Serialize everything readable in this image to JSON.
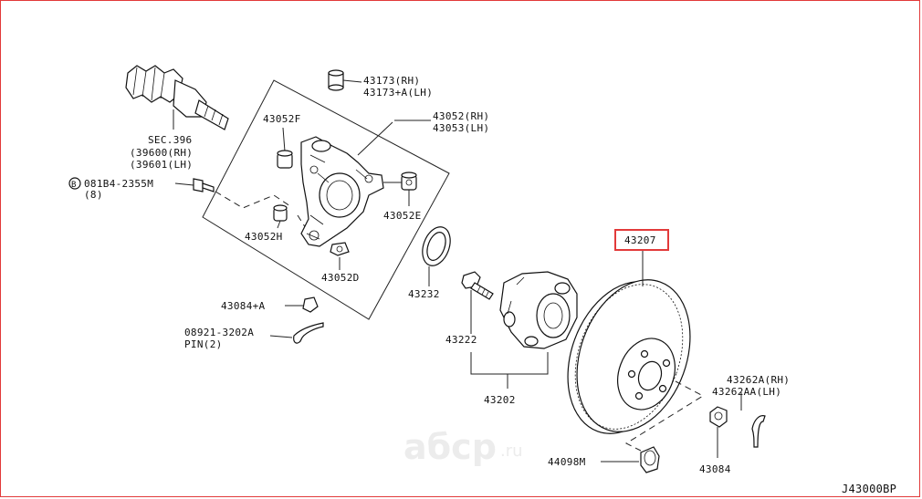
{
  "diagram": {
    "code": "J43000BP",
    "highlight_color": "#e23a3a",
    "highlighted_part": "43207",
    "watermark": {
      "brand": "aбcp",
      "tld": ".ru"
    },
    "labels": {
      "sec396": "SEC.396",
      "p39600": "(39600(RH)",
      "p39601": "(39601(LH)",
      "b_bolt": "B",
      "bolt081b4": "081B4-2355M",
      "bolt081b4_qty": "(8)",
      "p43173rh": "43173(RH)",
      "p43173lh": "43173+A(LH)",
      "p43052f": "43052F",
      "p43052rh": "43052(RH)",
      "p43053lh": "43053(LH)",
      "p43052e": "43052E",
      "p43052h": "43052H",
      "p43052d": "43052D",
      "p43084a": "43084+A",
      "pin08921": "08921-3202A",
      "pin_qty": "PIN(2)",
      "p43232": "43232",
      "p43222": "43222",
      "p43202": "43202",
      "p43207": "43207",
      "p43262rh": "43262A(RH)",
      "p43262lh": "43262AA(LH)",
      "p43084": "43084",
      "p44098m": "44098M"
    }
  }
}
